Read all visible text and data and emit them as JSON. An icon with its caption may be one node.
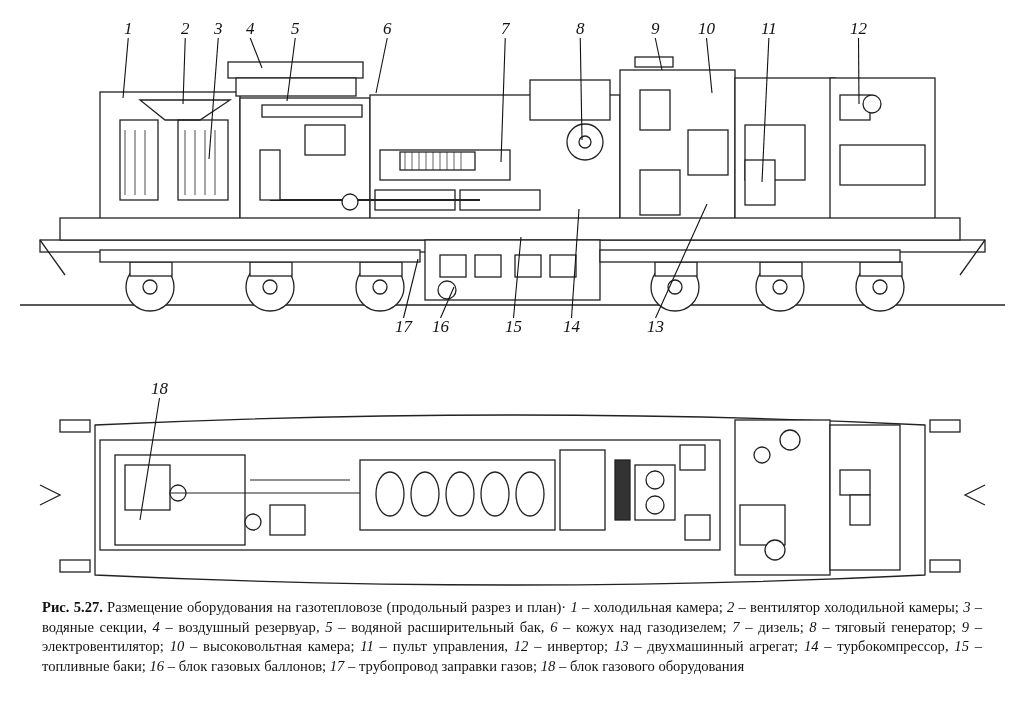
{
  "diagram": {
    "caption": "**Рис. 5.27.** Размещение оборудования на газотепловозе (продольный разрез и план)· *1* – холодильная камера; *2* – вентилятор холодильной камеры; *3* – водяные секции, *4* – воздушный резервуар, *5* – водяной расширительный бак, *6* – кожух над газодизелем; *7* – дизель; *8* – тяговый генератор; *9* – электровентилятор; *10* – высоковольтная камера; *11* – пульт управления, *12* – инвертор; *13* – двухмашинный агрегат; *14* – турбокомпрессор, *15* – топливные баки; *16* – блок газовых баллонов; *17* – трубопровод заправки газов; *18* – блок газового оборудования",
    "nodes": [
      {
        "text": [
          "1"
        ]
      },
      {
        "text": [
          "2"
        ]
      },
      {
        "text": [
          "3"
        ]
      },
      {
        "text": [
          "4"
        ]
      },
      {
        "text": [
          "5"
        ]
      },
      {
        "text": [
          "6"
        ]
      },
      {
        "text": [
          "7"
        ]
      },
      {
        "text": [
          "8"
        ]
      },
      {
        "text": [
          "9"
        ]
      },
      {
        "text": [
          "10"
        ]
      },
      {
        "text": [
          "11"
        ]
      },
      {
        "text": [
          "12"
        ]
      },
      {
        "text": [
          "17"
        ]
      },
      {
        "text": [
          "16"
        ]
      },
      {
        "text": [
          "15"
        ]
      },
      {
        "text": [
          "14"
        ]
      },
      {
        "text": [
          "13"
        ]
      },
      {
        "text": [
          "18"
        ]
      }
    ],
    "edges": [
      {
        "from": 0,
        "to": null,
        "arrow": "none"
      },
      {
        "from": 1,
        "to": null,
        "arrow": "none"
      },
      {
        "from": 2,
        "to": null,
        "arrow": "none"
      },
      {
        "from": 3,
        "to": null,
        "arrow": "none"
      },
      {
        "from": 4,
        "to": null,
        "arrow": "none"
      },
      {
        "from": 5,
        "to": null,
        "arrow": "none"
      },
      {
        "from": 6,
        "to": null,
        "arrow": "none"
      },
      {
        "from": 7,
        "to": null,
        "arrow": "none"
      },
      {
        "from": 8,
        "to": null,
        "arrow": "none"
      },
      {
        "from": 9,
        "to": null,
        "arrow": "none"
      },
      {
        "from": 10,
        "to": null,
        "arrow": "none"
      },
      {
        "from": 11,
        "to": null,
        "arrow": "none"
      },
      {
        "from": 12,
        "to": null,
        "arrow": "none"
      },
      {
        "from": 13,
        "to": null,
        "arrow": "none"
      },
      {
        "from": 14,
        "to": null,
        "arrow": "none"
      },
      {
        "from": 15,
        "to": null,
        "arrow": "none"
      },
      {
        "from": 16,
        "to": null,
        "arrow": "none"
      },
      {
        "from": 17,
        "to": null,
        "arrow": "none"
      }
    ]
  }
}
